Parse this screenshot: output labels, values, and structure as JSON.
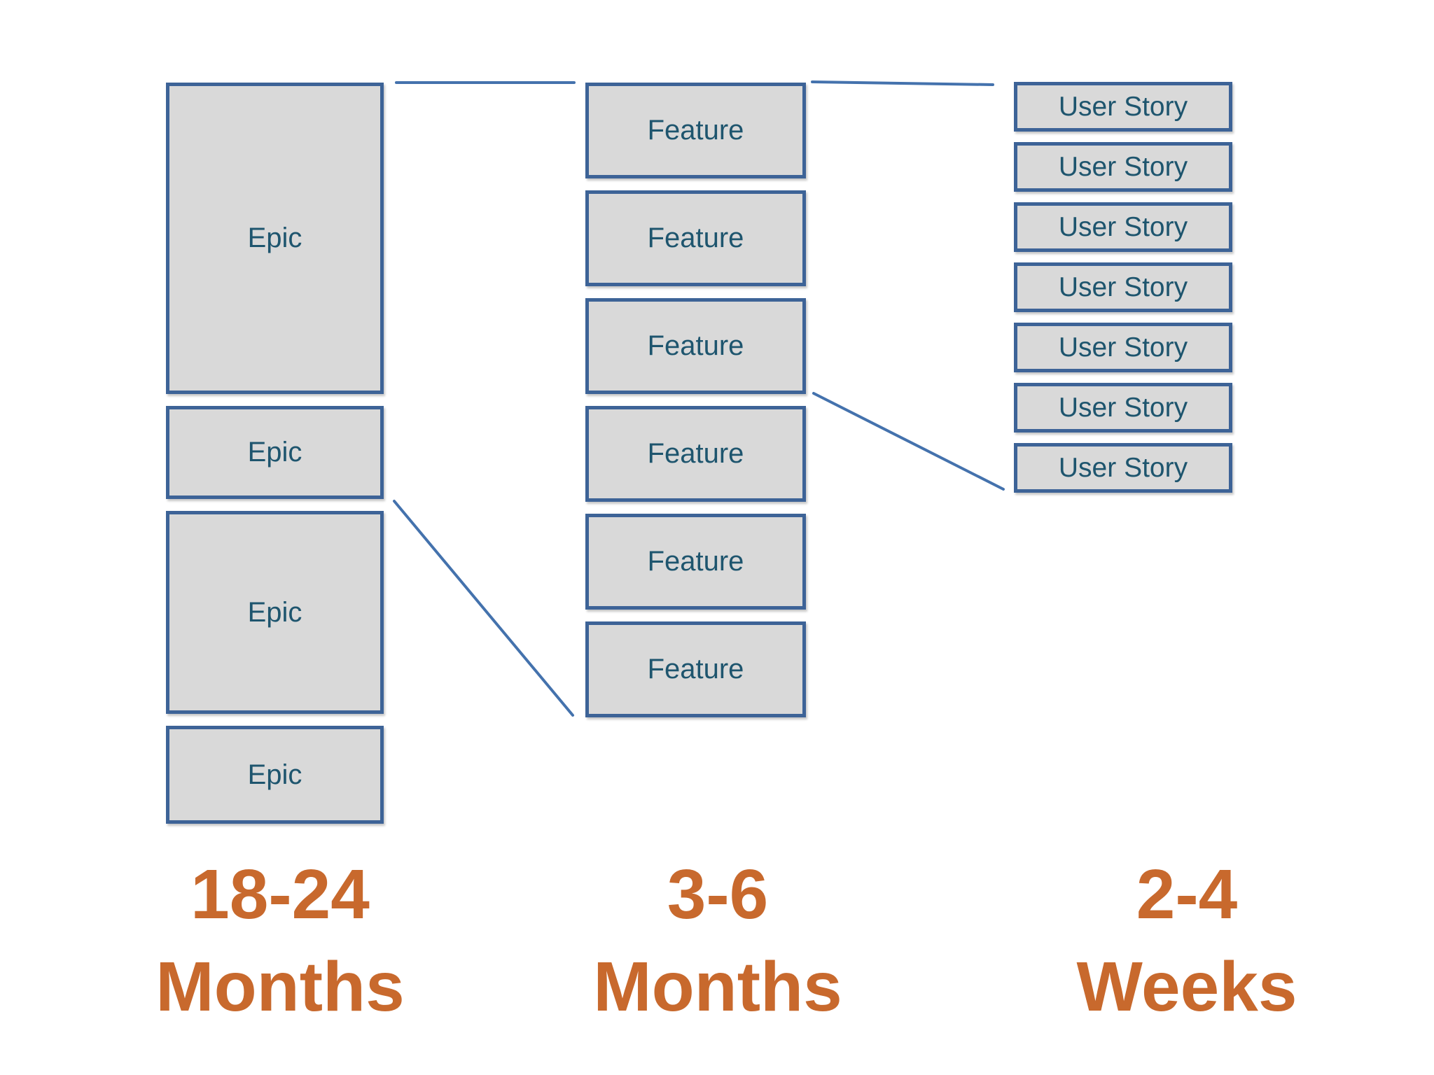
{
  "columns": [
    {
      "id": "epics",
      "boxes": [
        "Epic",
        "Epic",
        "Epic",
        "Epic"
      ],
      "timeframe_line1": "18-24",
      "timeframe_line2": "Months"
    },
    {
      "id": "features",
      "boxes": [
        "Feature",
        "Feature",
        "Feature",
        "Feature",
        "Feature",
        "Feature"
      ],
      "timeframe_line1": "3-6",
      "timeframe_line2": "Months"
    },
    {
      "id": "user_stories",
      "boxes": [
        "User Story",
        "User Story",
        "User Story",
        "User Story",
        "User Story",
        "User Story",
        "User Story"
      ],
      "timeframe_line1": "2-4",
      "timeframe_line2": "Weeks"
    }
  ],
  "colors": {
    "box_fill": "#D9D9D9",
    "box_border": "#3D6397",
    "box_text": "#1E556E",
    "connector": "#4472AD",
    "timeframe_text": "#C8692D"
  }
}
